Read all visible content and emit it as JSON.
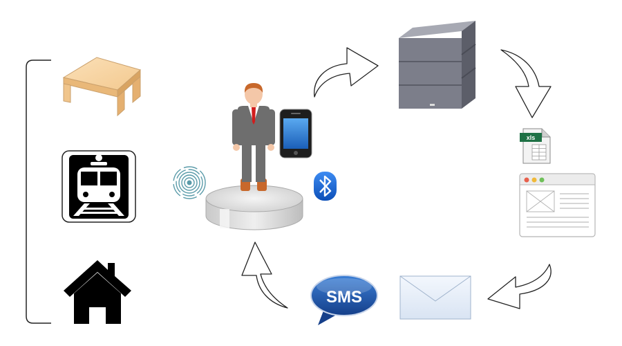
{
  "labels": {
    "sms": "SMS",
    "xls": "xls"
  },
  "icons": {
    "bracket": "bracket-line",
    "desk": "desk-icon",
    "train": "train-icon",
    "home": "house-icon",
    "person": "businessman-icon",
    "phone": "smartphone-icon",
    "pedestal": "pedestal-icon",
    "nfc": "rfid-wave-icon",
    "bluetooth": "bluetooth-icon",
    "server": "server-icon",
    "spreadsheet": "xls-file-icon",
    "webpage": "browser-window-icon",
    "mail": "envelope-icon",
    "sms": "sms-bubble-icon"
  },
  "colors": {
    "xls_green": "#1e7145",
    "bluetooth_blue": "#1565d8",
    "sms_blue": "#1f55a8",
    "suit_gray": "#6e6e6e",
    "tie_red": "#d11c1c",
    "server_gray": "#7c7e8a"
  }
}
